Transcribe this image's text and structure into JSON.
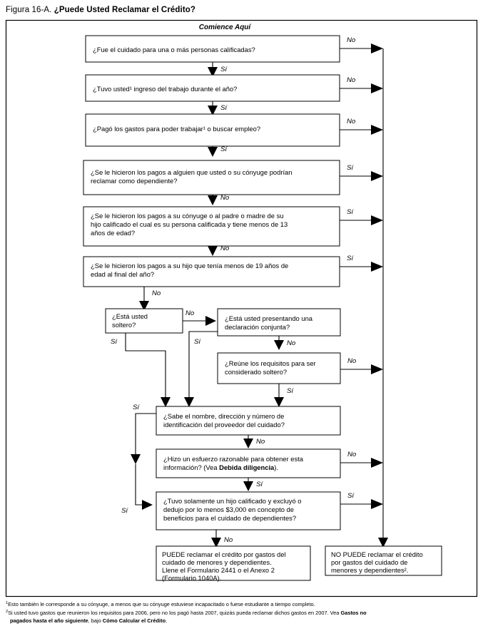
{
  "figure": {
    "label_prefix": "Figura 16-A.",
    "title": "¿Puede Usted Reclamar el Crédito?",
    "start_label": "Comience Aquí"
  },
  "colors": {
    "ink": "#000000",
    "paper": "#ffffff"
  },
  "nodes": [
    {
      "id": "q1",
      "lines": [
        "¿Fue el cuidado para una o más personas calificadas?"
      ],
      "out_side_label": "No",
      "out_down_label": "Sí"
    },
    {
      "id": "q2",
      "lines": [
        "¿Tuvo usted¹ ingreso del trabajo durante el año?"
      ],
      "out_side_label": "No",
      "out_down_label": "Sí"
    },
    {
      "id": "q3",
      "lines": [
        "¿Pagó los gastos para poder trabajar¹ o buscar empleo?"
      ],
      "out_side_label": "No",
      "out_down_label": "Sí"
    },
    {
      "id": "q4",
      "lines": [
        "¿Se le hicieron los pagos a alguien que usted o su cónyuge podrían",
        "reclamar como dependiente?"
      ],
      "out_side_label": "Sí",
      "out_down_label": "No"
    },
    {
      "id": "q5",
      "lines": [
        "¿Se le hicieron los pagos a su cónyuge o al padre o madre de su",
        "hijo calificado el cual es su persona calificada y tiene menos de 13",
        "años de edad?"
      ],
      "out_side_label": "Sí",
      "out_down_label": "No"
    },
    {
      "id": "q6",
      "lines": [
        "¿Se le hicieron los pagos a su hijo que tenía menos de 19 años de",
        "edad al final del año?"
      ],
      "out_side_label": "Sí",
      "out_down_label": "No"
    },
    {
      "id": "q7",
      "lines": [
        "¿Está usted",
        "soltero?"
      ],
      "out_side_label": "No",
      "out_down_label": "Sí"
    },
    {
      "id": "q8",
      "lines": [
        "¿Está usted presentando una",
        "declaración conjunta?"
      ],
      "out_side_label": "Sí",
      "out_down_label": "No"
    },
    {
      "id": "q9",
      "lines": [
        "¿Reúne los requisitos para ser",
        "considerado soltero?"
      ],
      "out_side_label": "No",
      "out_down_label": "Sí"
    },
    {
      "id": "q10",
      "lines": [
        "¿Sabe el nombre, dirección y número de",
        "identificación del proveedor del cuidado?"
      ],
      "out_side_label": "Sí",
      "out_down_label": "No"
    },
    {
      "id": "q11",
      "lines": [
        "¿Hizo un esfuerzo razonable para obtener esta",
        "información? (Vea Debida diligencia)."
      ],
      "bold_segment": "Debida diligencia",
      "out_side_label": "No",
      "out_down_label": "Sí"
    },
    {
      "id": "q12",
      "lines": [
        "¿Tuvo solamente un hijo calificado y excluyó o",
        "dedujo por lo menos $3,000 en concepto de",
        "beneficios para el cuidado de dependientes?"
      ],
      "out_side_label": "Sí",
      "out_down_label": "No"
    },
    {
      "id": "result-yes",
      "lines": [
        "PUEDE reclamar el crédito por gastos del",
        "cuidado de menores y dependientes.",
        "Llene el Formulario 2441 o el Anexo 2",
        "(Formulario 1040A)."
      ]
    },
    {
      "id": "result-no",
      "lines": [
        "NO PUEDE reclamar el crédito",
        "por gastos del cuidado de",
        "menores y dependientes²."
      ]
    }
  ],
  "edge_labels": {
    "si": "Sí",
    "no": "No"
  },
  "footnotes": [
    {
      "marker": "1",
      "text": "Esto también le corresponde a su cónyuge, a menos que su cónyuge estuviese incapacitado o fuese estudiante a tiempo completo."
    },
    {
      "marker": "2",
      "line1_a": "Si usted tuvo gastos que reunieron los requisitos para 2006, pero no los pagó hasta 2007, quizás pueda reclamar dichos gastos en 2007. Vea ",
      "line1_bold": "Gastos no",
      "line2_bold_a": "pagados hasta el año siguiente",
      "line2_plain": ", bajo ",
      "line2_bold_b": "Cómo Calcular el Crédito",
      "line2_end": "."
    }
  ]
}
